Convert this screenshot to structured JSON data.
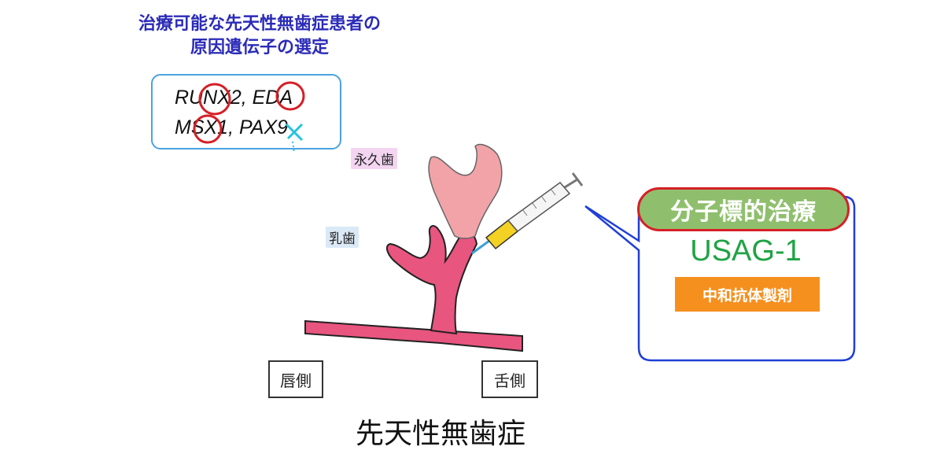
{
  "selection": {
    "title_line1": "治療可能な先天性無歯症患者の",
    "title_line2": "原因遺伝子の選定",
    "genes_line1": "RUNX2, EDA",
    "genes_line2": "MSX1, PAX9"
  },
  "teeth": {
    "permanent_label": "永久歯",
    "deciduous_label": "乳歯"
  },
  "sides": {
    "labial": "唇側",
    "lingual": "舌側"
  },
  "diagnosis": "先天性無歯症",
  "therapy": {
    "title": "分子標的治療",
    "target": "USAG-1",
    "agent": "中和抗体製剤"
  },
  "colors": {
    "title_blue": "#2b2bb8",
    "gene_box_border": "#4aa3e0",
    "gum_pink": "#e8557f",
    "permanent_tooth": "#f2a3a8",
    "marker_red": "#d61f26",
    "therapy_green": "#8fbf6d",
    "usag_green": "#1fa345",
    "antibody_orange": "#f5901f",
    "callout_border": "#1f3fd6"
  }
}
